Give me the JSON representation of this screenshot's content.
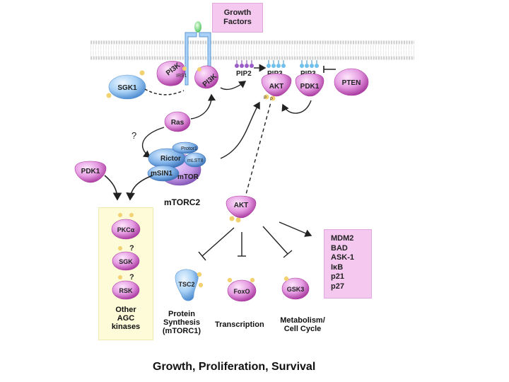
{
  "header": {
    "growth_factors": "Growth\nFactors"
  },
  "membrane": {
    "pip2": "PIP2",
    "pip3_a": "PIP3",
    "pip3_b": "PIP3"
  },
  "proteins": {
    "pi3k_left": "PI3K",
    "irs1": "IRS1",
    "pi3k_right": "PI3K",
    "sgk1": "SGK1",
    "akt_membrane": "AKT",
    "pdk1_membrane": "PDK1",
    "pten": "PTEN",
    "ras": "Ras",
    "question_mark": "?",
    "protor1": "Protor1",
    "rictor": "Rictor",
    "mlst8": "mLST8",
    "msin1": "mSIN1",
    "mtor": "mTOR",
    "mtorc2_label": "mTORC2",
    "pdk1_left": "PDK1",
    "akt_cytosol": "AKT"
  },
  "agc_panel": {
    "pkca": "PKCα",
    "sgk": "SGK",
    "sgk_q": "?",
    "rsk": "RSK",
    "rsk_q": "?",
    "caption": "Other\nAGC\nkinases"
  },
  "downstream": {
    "tsc2": "TSC2",
    "foxo": "FoxO",
    "gsk3": "GSK3",
    "protein_synthesis": "Protein\nSynthesis\n(mTORC1)",
    "transcription": "Transcription",
    "metabolism": "Metabolism/\nCell Cycle"
  },
  "targets": [
    "MDM2",
    "BAD",
    "ASK-1",
    "IκB",
    "p21",
    "p27"
  ],
  "phospho": "P",
  "footer": "Growth, Proliferation, Survival",
  "colors": {
    "magenta_dark": "#b040b8",
    "magenta_light": "#f3b6ee",
    "blue_dark": "#4a8fd8",
    "blue_light": "#bfe0fb",
    "phospho_fill": "#f2d270",
    "pink_box": "#f5c8f0",
    "yellow_box": "#fdfbd8"
  }
}
